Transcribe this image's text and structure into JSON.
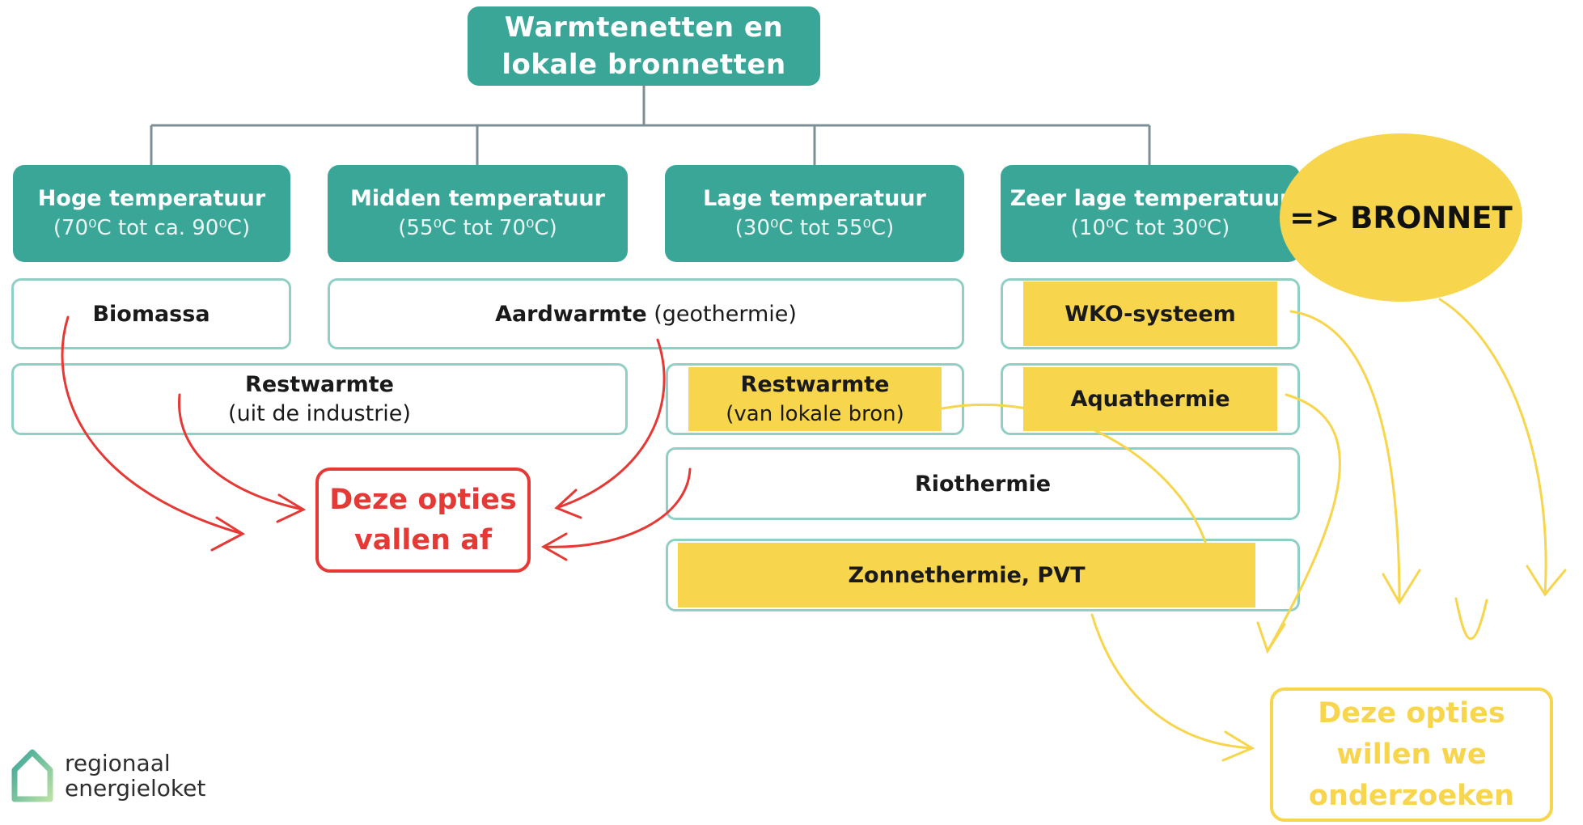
{
  "root": {
    "line1": "Warmtenetten en",
    "line2": "lokale bronnetten"
  },
  "tiers": [
    {
      "title": "Hoge temperatuur",
      "range": "(70⁰C tot ca. 90⁰C)"
    },
    {
      "title": "Midden temperatuur",
      "range": "(55⁰C tot 70⁰C)"
    },
    {
      "title": "Lage temperatuur",
      "range": "(30⁰C tot 55⁰C)"
    },
    {
      "title": "Zeer lage temperatuur",
      "range": "(10⁰C tot 30⁰C)"
    }
  ],
  "options": {
    "biomassa": "Biomassa",
    "aardwarmte_bold": "Aardwarmte",
    "aardwarmte_rest": " (geothermie)",
    "restwarmte_industrie_title": "Restwarmte",
    "restwarmte_industrie_sub": "(uit de industrie)",
    "restwarmte_lokaal_title": "Restwarmte",
    "restwarmte_lokaal_sub": "(van lokale bron)",
    "wko": "WKO-systeem",
    "aquathermie": "Aquathermie",
    "riothermie": "Riothermie",
    "zonnethermie": "Zonnethermie, PVT"
  },
  "bronnet": "=> BRONNET",
  "afvallen": {
    "line1": "Deze opties",
    "line2": "vallen af"
  },
  "onderzoeken": {
    "line1": "Deze opties",
    "line2": "willen we",
    "line3": "onderzoeken"
  },
  "logo": {
    "line1": "regionaal",
    "line2": "energieloket"
  },
  "colors": {
    "teal": "#3aa698",
    "teal_border": "#8fcfc4",
    "highlight": "#f7d54c",
    "red": "#e53935"
  }
}
